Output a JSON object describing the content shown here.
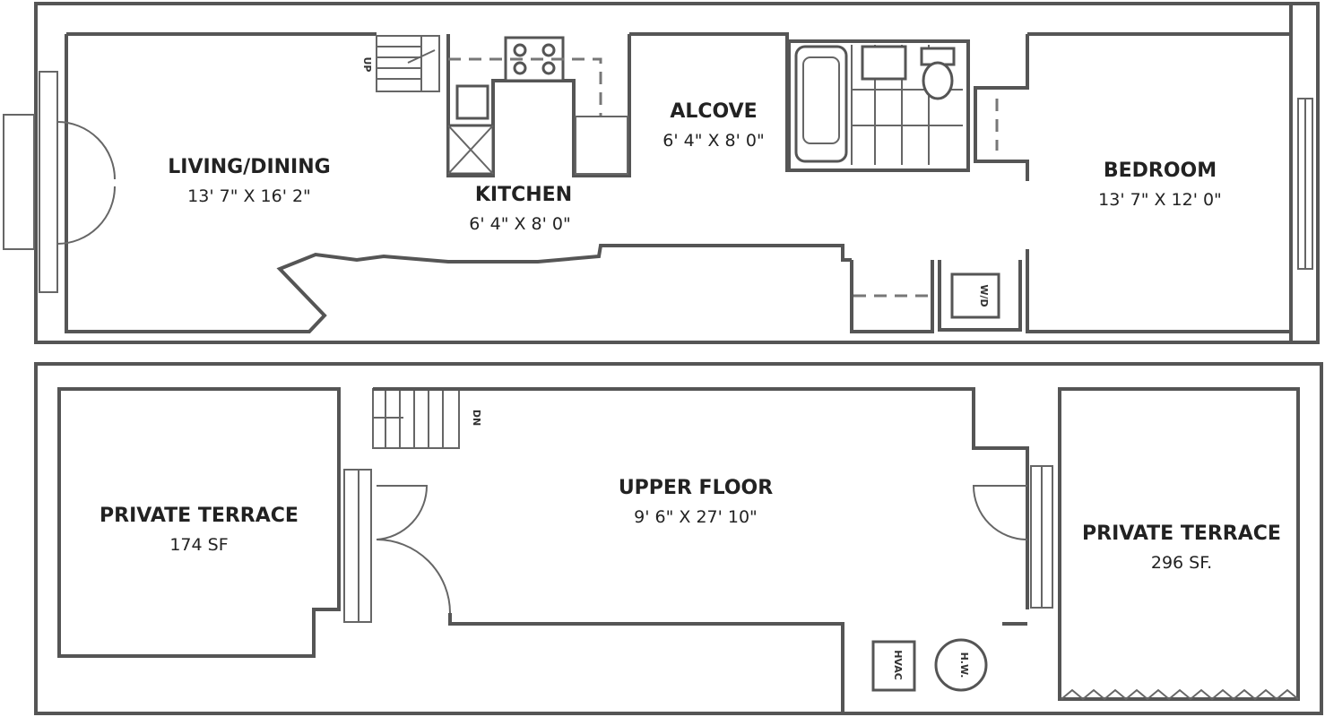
{
  "rooms": {
    "living": {
      "name": "LIVING/DINING",
      "dim": "13' 7\" X 16' 2\""
    },
    "kitchen": {
      "name": "KITCHEN",
      "dim": "6' 4\" X 8' 0\""
    },
    "alcove": {
      "name": "ALCOVE",
      "dim": "6' 4\" X 8' 0\""
    },
    "bedroom": {
      "name": "BEDROOM",
      "dim": "13' 7\" X 12' 0\""
    },
    "terrace_left": {
      "name": "PRIVATE TERRACE",
      "dim": "174 SF"
    },
    "upper": {
      "name": "UPPER FLOOR",
      "dim": "9' 6\" X 27' 10\""
    },
    "terrace_right": {
      "name": "PRIVATE TERRACE",
      "dim": "296 SF."
    }
  },
  "fixtures": {
    "stair_up": "UP",
    "stair_dn": "DN",
    "washer_dryer": "W/D",
    "hvac": "HVAC",
    "water_heater": "H.W."
  }
}
